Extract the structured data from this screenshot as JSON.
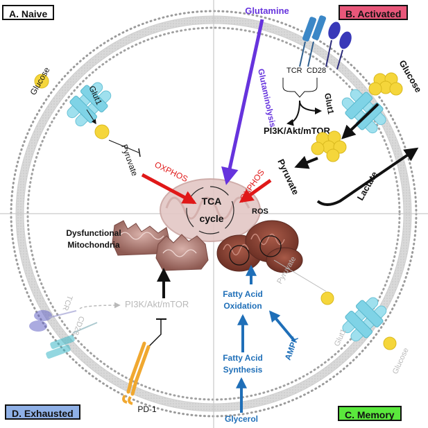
{
  "quadrants": {
    "naive": "A. Naive",
    "activated": "B. Activated",
    "memory": "C. Memory",
    "exhausted": "D. Exhausted"
  },
  "colors": {
    "naive_bg": "#ffffff",
    "activated_bg": "#e8577a",
    "memory_bg": "#5ae83c",
    "exhausted_bg": "#8fb0e6",
    "glutaminolysis": "#6633dd",
    "oxphos": "#e01818",
    "fatty_acid": "#1f6fb8"
  },
  "center": {
    "tca_line1": "TCA",
    "tca_line2": "cycle",
    "ros": "ROS"
  },
  "naive": {
    "glucose": "Glucose",
    "glut1": "Glut1",
    "pyruvate": "Pyruvate",
    "oxphos": "OXPHOS"
  },
  "activated": {
    "glutamine": "Glutamine",
    "glutaminolysis": "Glutaminolysis",
    "tcr": "TCR",
    "cd28": "CD28",
    "glut1": "Glut1",
    "glucose": "Glucose",
    "signaling": "PI3K/Akt/mTOR",
    "pyruvate": "Pyruvate",
    "lactate": "Lactate",
    "oxphos": "OXPHOS"
  },
  "exhausted": {
    "dysfunctional_line1": "Dysfunctional",
    "dysfunctional_line2": "Mitochondria",
    "signaling": "PI3K/Akt/mTOR",
    "tcr": "TCR",
    "cd28": "CD28",
    "pd1": "PD-1"
  },
  "memory": {
    "fao_line1": "Fatty Acid",
    "fao_line2": "Oxidation",
    "fas_line1": "Fatty Acid",
    "fas_line2": "Synthesis",
    "ampk": "AMPK",
    "glycerol": "Glycerol",
    "pyruvate": "Pyruvate",
    "glut1": "Glut1",
    "glucose": "Glucose"
  }
}
